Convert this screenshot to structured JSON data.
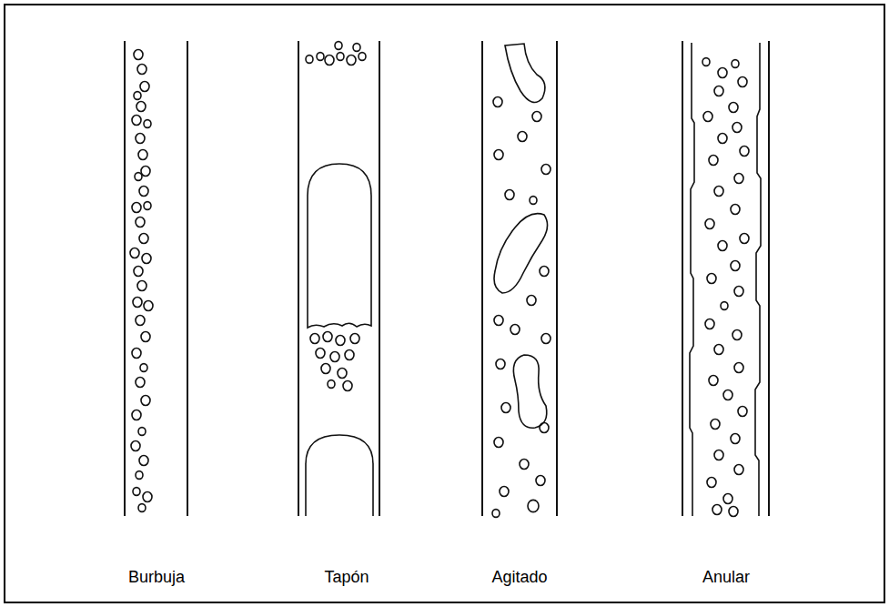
{
  "diagram": {
    "labels": [
      "Burbuja",
      "Tapón",
      "Agitado",
      "Anular"
    ]
  }
}
